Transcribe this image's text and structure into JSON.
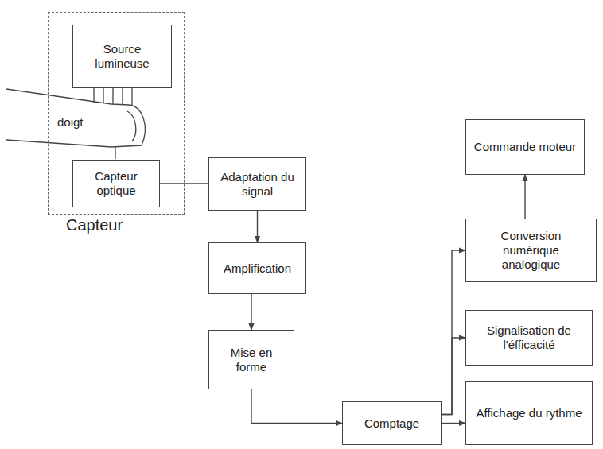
{
  "diagram": {
    "nodes": [
      {
        "text": [
          "Capteur"
        ]
      },
      {
        "text": [
          "Source lumineuse"
        ],
        "in": 0
      },
      {
        "text": [
          "Capteur optique"
        ],
        "in": 0
      },
      {
        "text": [
          "Adaptation du signal"
        ]
      },
      {
        "text": [
          "Amplification"
        ]
      },
      {
        "text": [
          "Mise en forme"
        ]
      },
      {
        "text": [
          "Comptage"
        ]
      },
      {
        "text": [
          "Commande moteur"
        ]
      },
      {
        "text": [
          "Conversion numérique analogique"
        ]
      },
      {
        "text": [
          "Signalisation de l'éfficacité"
        ]
      },
      {
        "text": [
          "Affichage du rythme"
        ]
      }
    ],
    "edges": [
      {
        "from": 2,
        "to": 3,
        "arrow": "none"
      },
      {
        "from": 3,
        "to": 4,
        "arrow": "to"
      },
      {
        "from": 4,
        "to": 5,
        "arrow": "to"
      },
      {
        "from": 5,
        "to": 6,
        "arrow": "to"
      },
      {
        "from": 6,
        "to": 8,
        "arrow": "to"
      },
      {
        "from": 6,
        "to": 9,
        "arrow": "to"
      },
      {
        "from": 6,
        "to": 10,
        "arrow": "to"
      },
      {
        "from": 8,
        "to": 7,
        "arrow": "to"
      }
    ],
    "labels": [
      "doigt"
    ]
  }
}
